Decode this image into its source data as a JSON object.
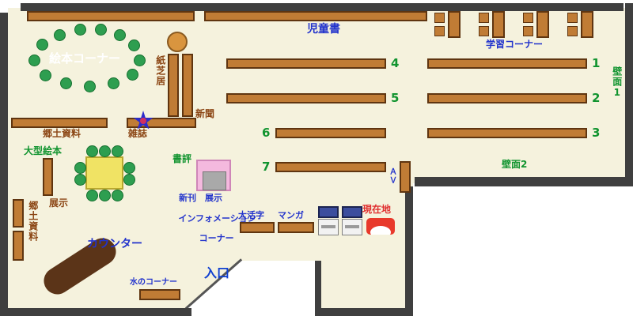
{
  "labels": {
    "children_books": "児童書",
    "study_corner": "学習コーナー",
    "wall_1": "壁面1",
    "wall_2": "壁面2",
    "picture_book_corner": "絵本コーナー",
    "kamishibai": "紙芝居",
    "newspaper": "新聞",
    "magazine": "雑誌",
    "local_materials_upper": "郷土資料",
    "large_picture_books": "大型絵本",
    "exhibit_small": "展示",
    "book_review": "書評",
    "new_books_exhibit": "新刊　展示",
    "information_line1": "インフォメーション",
    "information_line2": "コーナー",
    "local_materials_side": "郷土資料",
    "counter": "カウンター",
    "water_corner": "水のコーナー",
    "entrance": "入口",
    "large_print": "大活字",
    "manga": "マンガ",
    "current_location": "現在地",
    "av": "ＡＶ"
  },
  "shelf_numbers": {
    "n1": "1",
    "n2": "2",
    "n3": "3",
    "n4": "4",
    "n5": "5",
    "n6": "6",
    "n7": "7"
  },
  "colors": {
    "floor": "#f5f2dd",
    "wall": "#3f3f3f",
    "shelf_brown": "#c07c35",
    "chair_green": "#2e9e50",
    "label_blue": "#2233cc",
    "label_green": "#11942f",
    "label_brown": "#8b4513",
    "label_red": "#e03030",
    "counter_brown": "#5b3418",
    "table_yellow": "#f0e364",
    "exhibit_pink": "#f4b9de",
    "star_blue": "#2c2ccc",
    "marker_red": "#e8392b"
  }
}
